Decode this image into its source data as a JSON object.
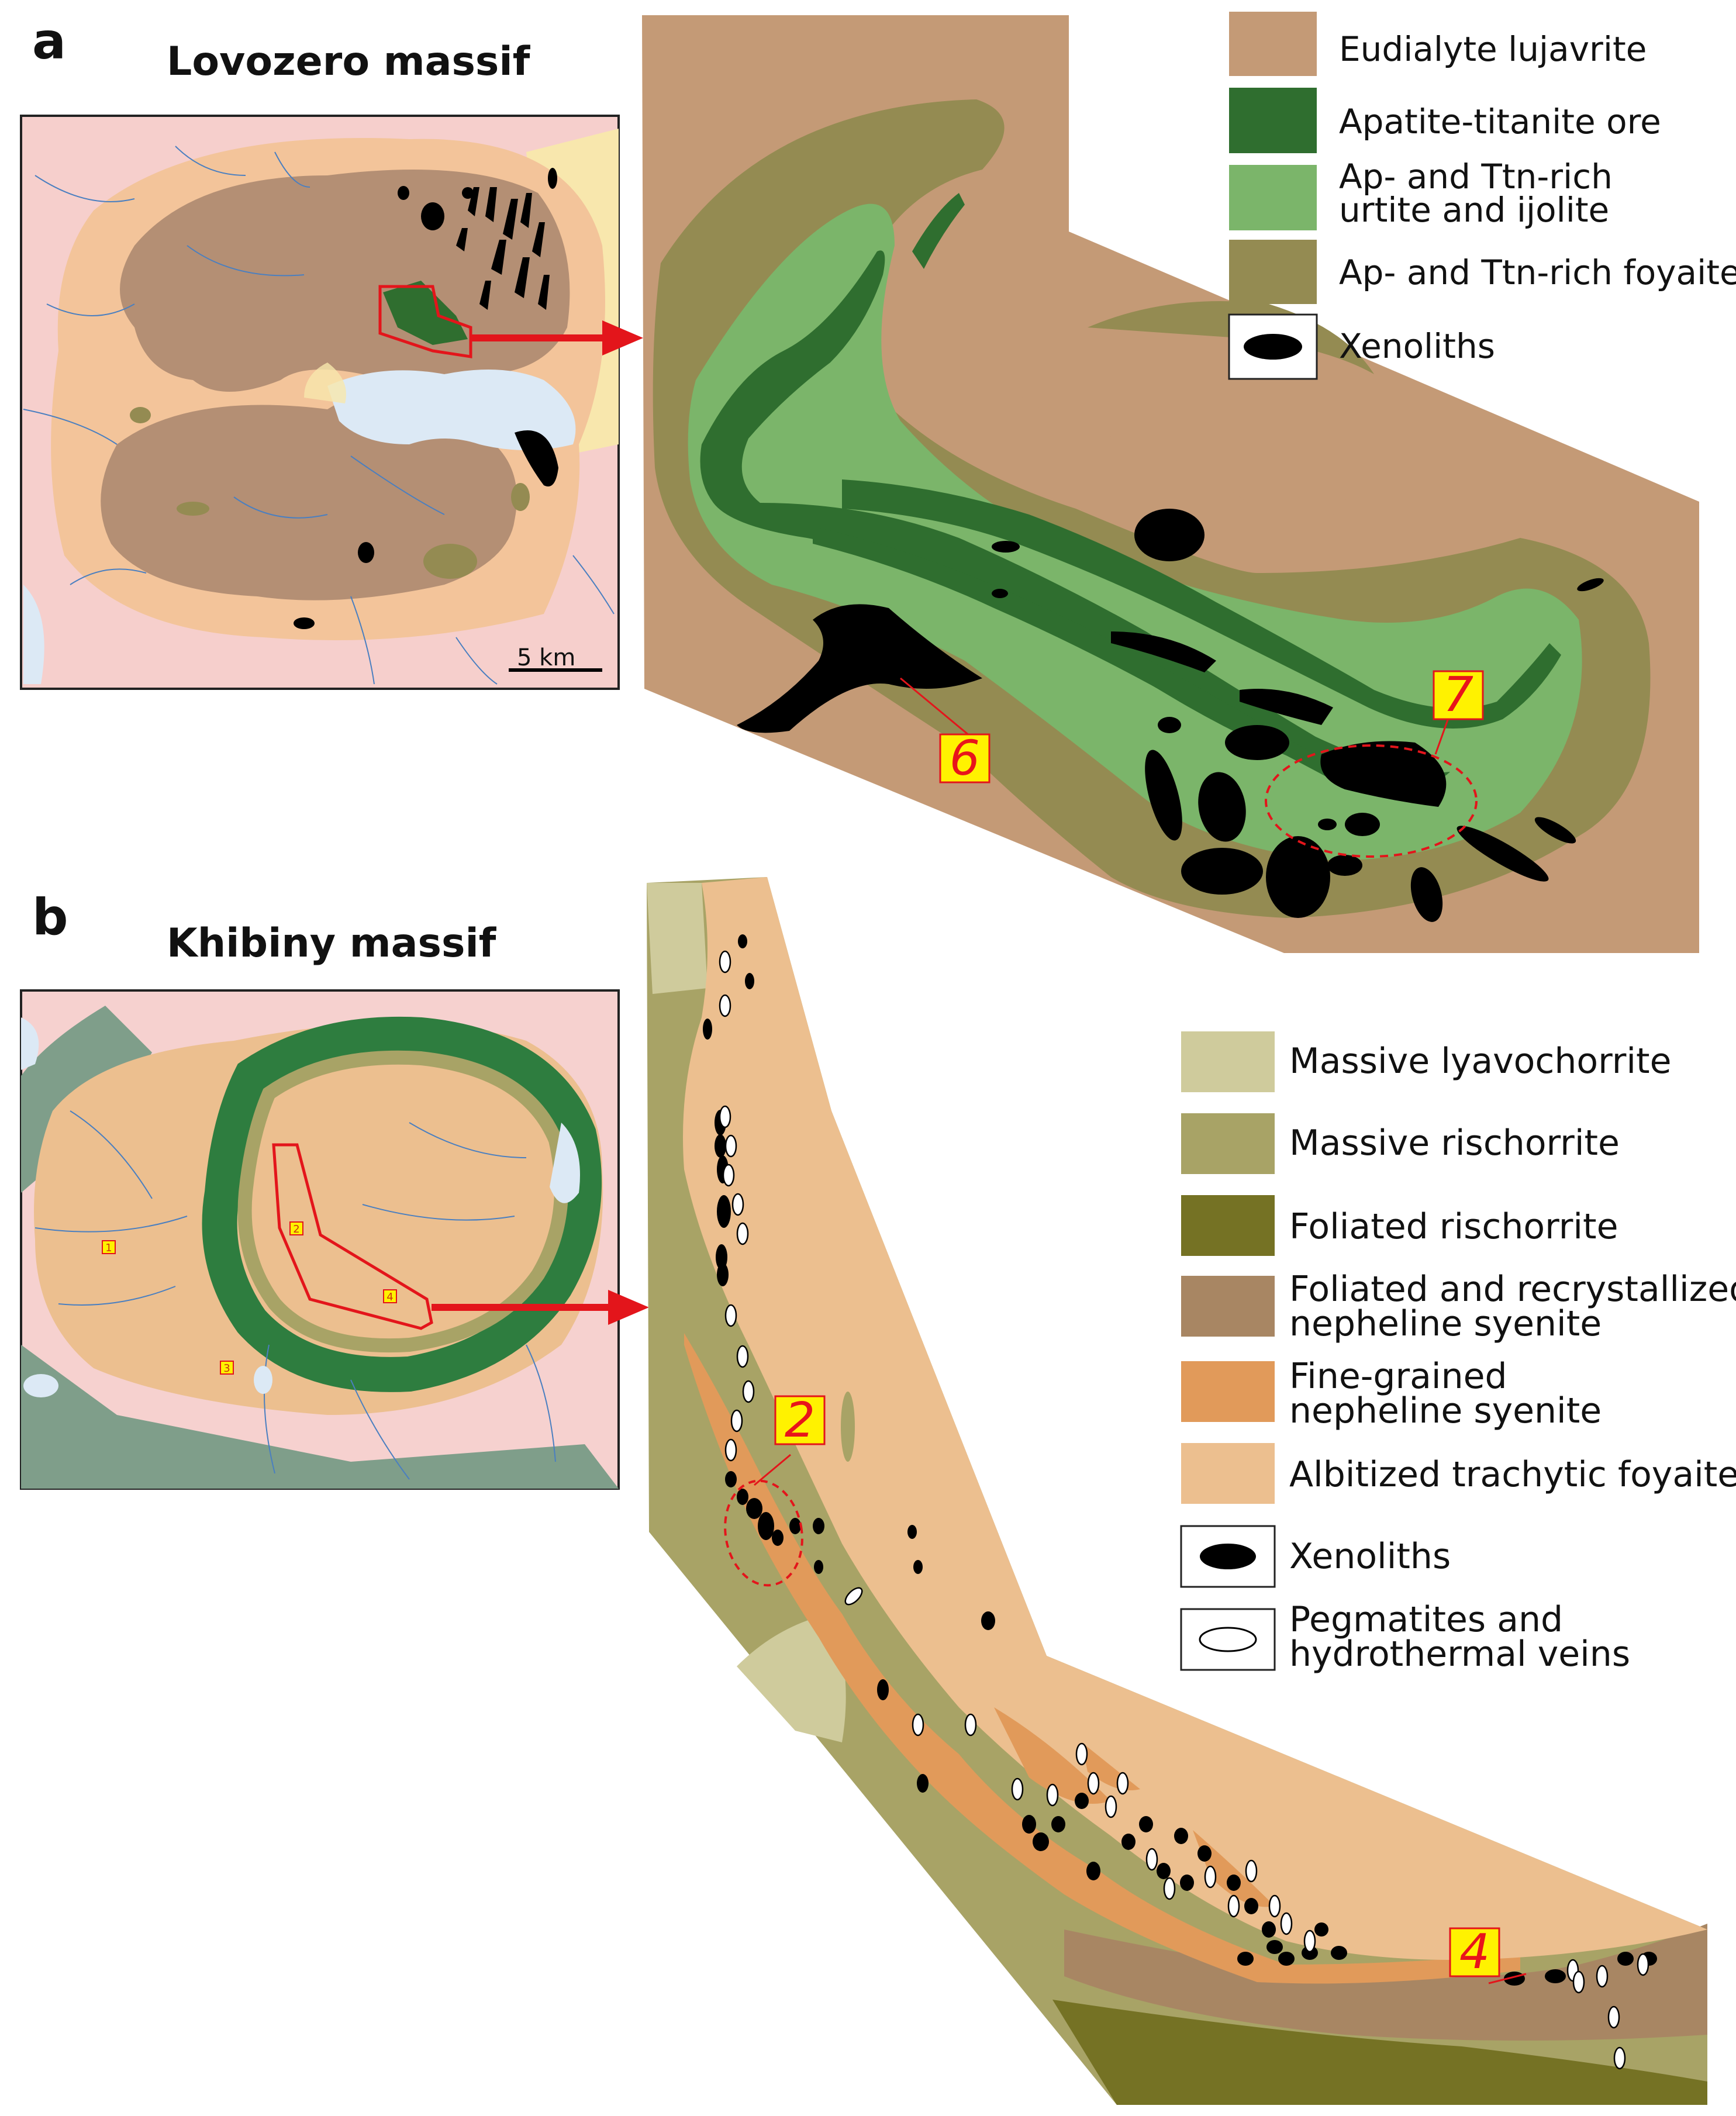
{
  "panel_a": {
    "letter": "a",
    "title": "Lovozero massif",
    "scale_bar": "5 km",
    "legend": [
      {
        "label": "Eudialyte lujavrite",
        "color": "#c49a76",
        "kind": "box"
      },
      {
        "label": "Apatite-titanite ore",
        "color": "#2f6e2f",
        "kind": "box"
      },
      {
        "label": "Ap- and Ttn-rich\nurtite and ijolite",
        "color": "#7bb56a",
        "kind": "box"
      },
      {
        "label": "Ap- and Ttn-rich foyaite",
        "color": "#948b52",
        "kind": "box"
      },
      {
        "label": "Xenoliths",
        "color": "#000000",
        "kind": "xenolith"
      }
    ],
    "sites": [
      "6",
      "7"
    ]
  },
  "panel_b": {
    "letter": "b",
    "title": "Khibiny massif",
    "legend": [
      {
        "label": "Massive lyavochorrite",
        "color": "#cfcb9c",
        "kind": "box"
      },
      {
        "label": "Massive rischorrite",
        "color": "#a8a366",
        "kind": "box"
      },
      {
        "label": "Foliated rischorrite",
        "color": "#757224",
        "kind": "box"
      },
      {
        "label": "Foliated and recrystallized\nnepheline  syenite",
        "color": "#a88663",
        "kind": "box"
      },
      {
        "label": "Fine-grained\nnepheline  syenite",
        "color": "#e19a5a",
        "kind": "box"
      },
      {
        "label": "Albitized  trachytic  foyaite",
        "color": "#ecbf8f",
        "kind": "box"
      },
      {
        "label": "Xenoliths",
        "color": "#000000",
        "kind": "xenolith"
      },
      {
        "label": "Pegmatites and\nhydrothermal veins",
        "color": "#ffffff",
        "kind": "vein"
      }
    ],
    "sites": [
      "2",
      "4"
    ],
    "overview_sites": [
      "1",
      "2",
      "3",
      "4"
    ]
  },
  "colors": {
    "lovozero_background": "#f6cfcc",
    "khibiny_background": "#f6d1cf",
    "water": "#dce9f5",
    "river": "#4a7fc0",
    "arrow": "#e3151b",
    "site_label_bg": "#fff200"
  }
}
